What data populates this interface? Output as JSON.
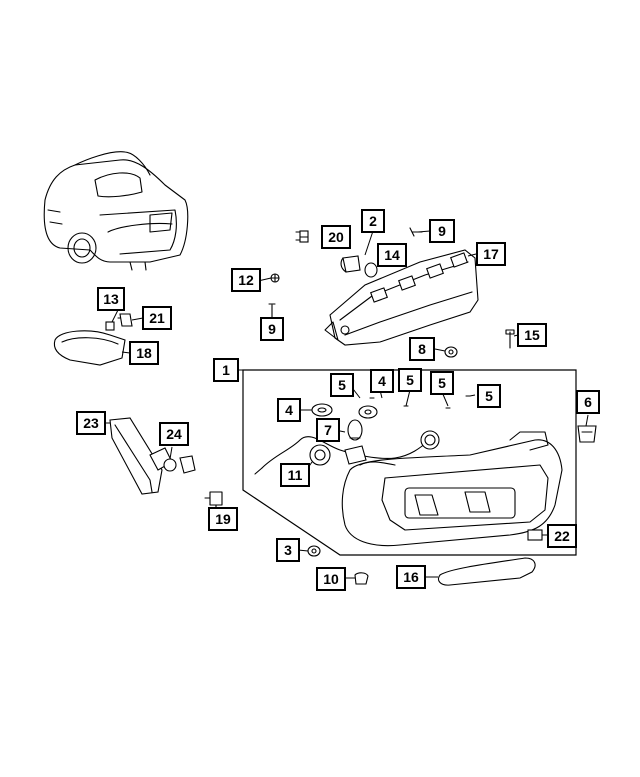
{
  "diagram": {
    "callouts": [
      {
        "id": "c20",
        "label": "20"
      },
      {
        "id": "c2",
        "label": "2"
      },
      {
        "id": "c9a",
        "label": "9"
      },
      {
        "id": "c14",
        "label": "14"
      },
      {
        "id": "c17",
        "label": "17"
      },
      {
        "id": "c12",
        "label": "12"
      },
      {
        "id": "c9b",
        "label": "9"
      },
      {
        "id": "c13",
        "label": "13"
      },
      {
        "id": "c21",
        "label": "21"
      },
      {
        "id": "c18",
        "label": "18"
      },
      {
        "id": "c8",
        "label": "8"
      },
      {
        "id": "c15",
        "label": "15"
      },
      {
        "id": "c1",
        "label": "1"
      },
      {
        "id": "c5a",
        "label": "5"
      },
      {
        "id": "c4a",
        "label": "4"
      },
      {
        "id": "c5b",
        "label": "5"
      },
      {
        "id": "c5c",
        "label": "5"
      },
      {
        "id": "c5d",
        "label": "5"
      },
      {
        "id": "c6",
        "label": "6"
      },
      {
        "id": "c4b",
        "label": "4"
      },
      {
        "id": "c7",
        "label": "7"
      },
      {
        "id": "c23",
        "label": "23"
      },
      {
        "id": "c24",
        "label": "24"
      },
      {
        "id": "c11",
        "label": "11"
      },
      {
        "id": "c19",
        "label": "19"
      },
      {
        "id": "c3",
        "label": "3"
      },
      {
        "id": "c22",
        "label": "22"
      },
      {
        "id": "c10",
        "label": "10"
      },
      {
        "id": "c16",
        "label": "16"
      }
    ]
  }
}
